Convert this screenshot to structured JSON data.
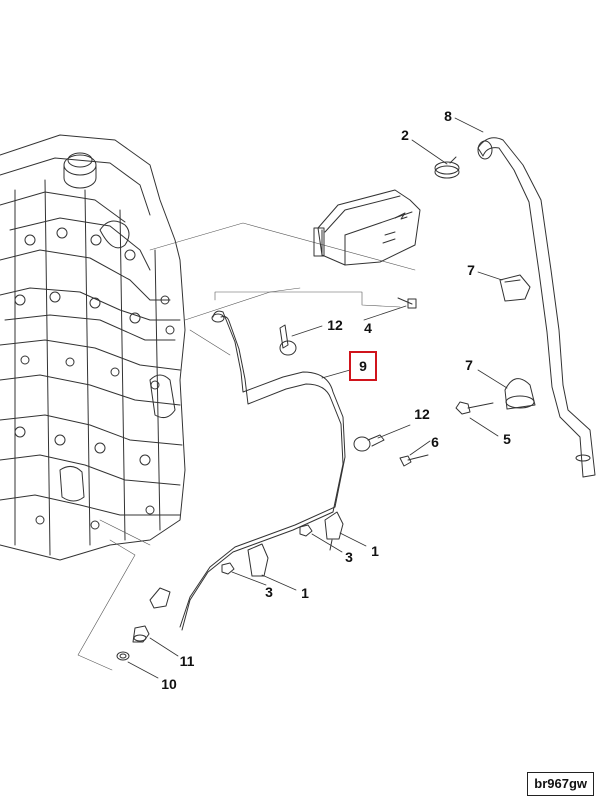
{
  "callouts": {
    "c1a": "1",
    "c1b": "1",
    "c2": "2",
    "c3a": "3",
    "c3b": "3",
    "c4": "4",
    "c5": "5",
    "c6": "6",
    "c7a": "7",
    "c7b": "7",
    "c8": "8",
    "c9": "9",
    "c10": "10",
    "c11": "11",
    "c12a": "12",
    "c12b": "12"
  },
  "reference_code": "br967gw",
  "colors": {
    "linework": "#333333",
    "highlight_box": "#d0141c",
    "background": "#ffffff"
  }
}
